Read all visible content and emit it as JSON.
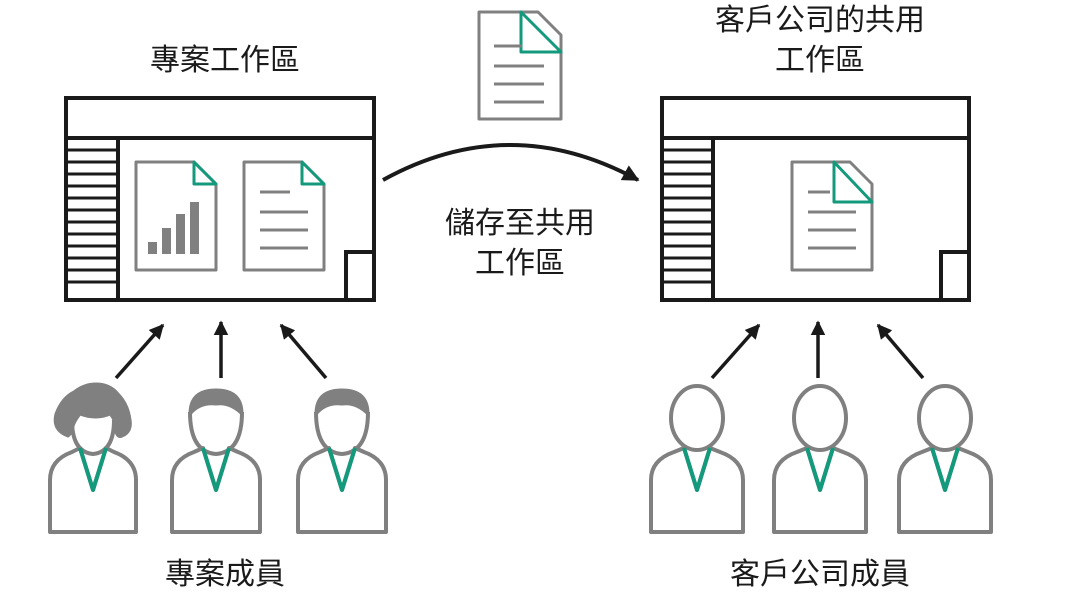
{
  "left_workspace": {
    "title": "專案工作區"
  },
  "right_workspace": {
    "title_line1": "客戶公司的共用",
    "title_line2": "工作區"
  },
  "transfer": {
    "label_line1": "儲存至共用",
    "label_line2": "工作區"
  },
  "left_members": {
    "label": "專案成員"
  },
  "right_members": {
    "label": "客戶公司成員"
  },
  "colors": {
    "outline": "#1a1a1a",
    "gray": "#808080",
    "accent": "#13997b"
  }
}
